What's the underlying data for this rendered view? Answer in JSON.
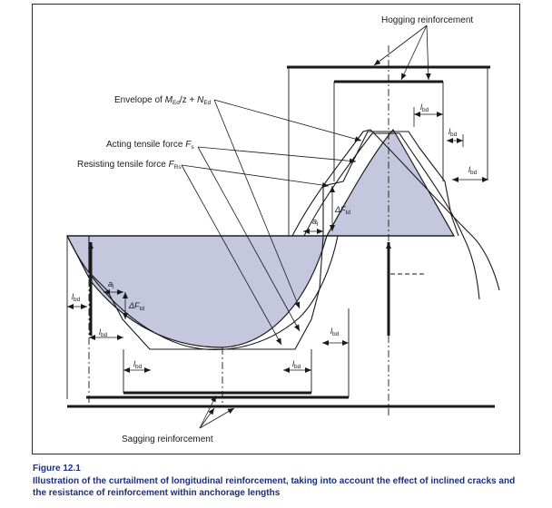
{
  "labels": {
    "hogging_reinforcement": "Hogging reinforcement",
    "sagging_reinforcement": "Sagging reinforcement",
    "envelope": {
      "prefix": "Envelope of ",
      "M": "M",
      "M_sub": "Ed",
      "mid": "/z + ",
      "N": "N",
      "N_sub": "Ed"
    },
    "acting_force": {
      "prefix": "Acting tensile force ",
      "F": "F",
      "F_sub": "s"
    },
    "resisting_force": {
      "prefix": "Resisting tensile force ",
      "F": "F",
      "F_sub": "Rs"
    },
    "lbd": {
      "l": "l",
      "sub": "bd"
    },
    "al": {
      "a": "a",
      "sub": "l"
    },
    "delta_ftd": {
      "d": "ΔF",
      "sub": "td"
    }
  },
  "caption": {
    "number": "Figure 12.1",
    "text": "Illustration of the curtailment of longitudinal reinforcement, taking into account the effect of inclined cracks and the resistance of reinforcement within anchorage lengths"
  },
  "colors": {
    "moment_fill": "#c4c7de",
    "caption": "#1d2f7a",
    "line": "#1a1a1a"
  }
}
